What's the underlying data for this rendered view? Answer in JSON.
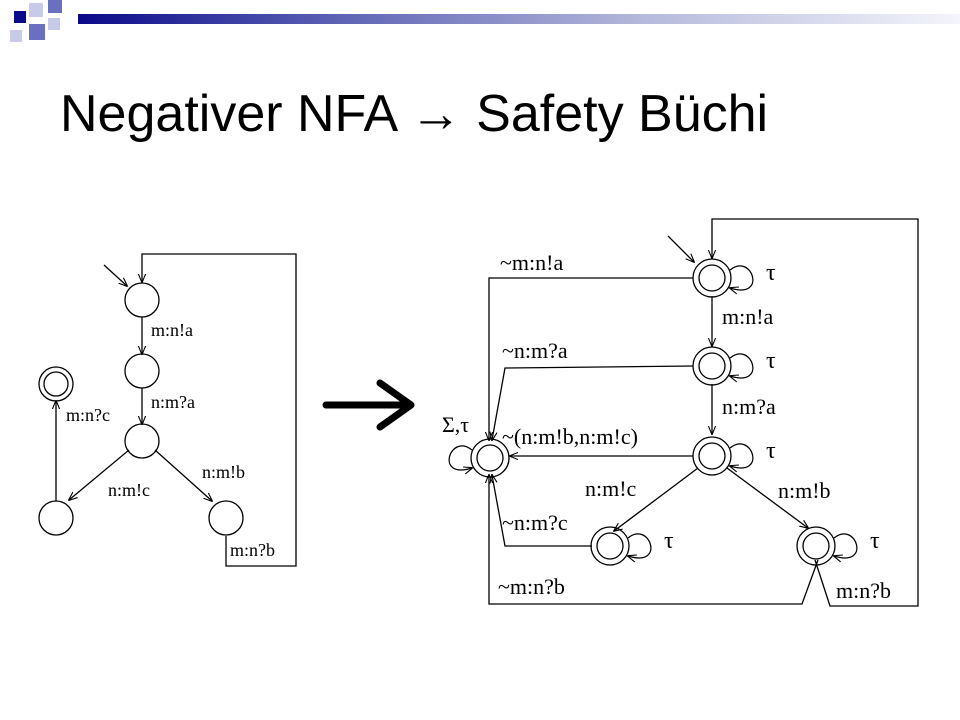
{
  "slide": {
    "title": "Negativer NFA → Safety Büchi"
  },
  "theme": {
    "title_bar_start": "#0a0a8a",
    "title_bar_end": "#f4f5fb",
    "logo_dark": "#0a0a8a",
    "logo_mid": "#6a6fc0",
    "logo_light": "#c8cbe8"
  },
  "nfa": {
    "edges": {
      "s0_s1": "m:n!a",
      "s1_s2": "n:m?a",
      "s2_s3": "n:m!c",
      "s2_s4": "n:m!b",
      "s3_acc": "m:n?c",
      "s4_s0": "m:n?b"
    }
  },
  "arrow": {
    "icon": "big-right-arrow"
  },
  "buchi": {
    "sink_label": "Σ,τ",
    "self_loop": "τ",
    "edges": {
      "q0_q1": "m:n!a",
      "q1_q2": "n:m?a",
      "q2_q3": "n:m!c",
      "q2_q4": "n:m!b",
      "q4_q0": "m:n?b",
      "q0_sink": "~m:n!a",
      "q1_sink": "~n:m?a",
      "q2_sink": "~(n:m!b,n:m!c)",
      "q3_sink": "~n:m?c",
      "q4_sink": "~m:n?b"
    }
  }
}
